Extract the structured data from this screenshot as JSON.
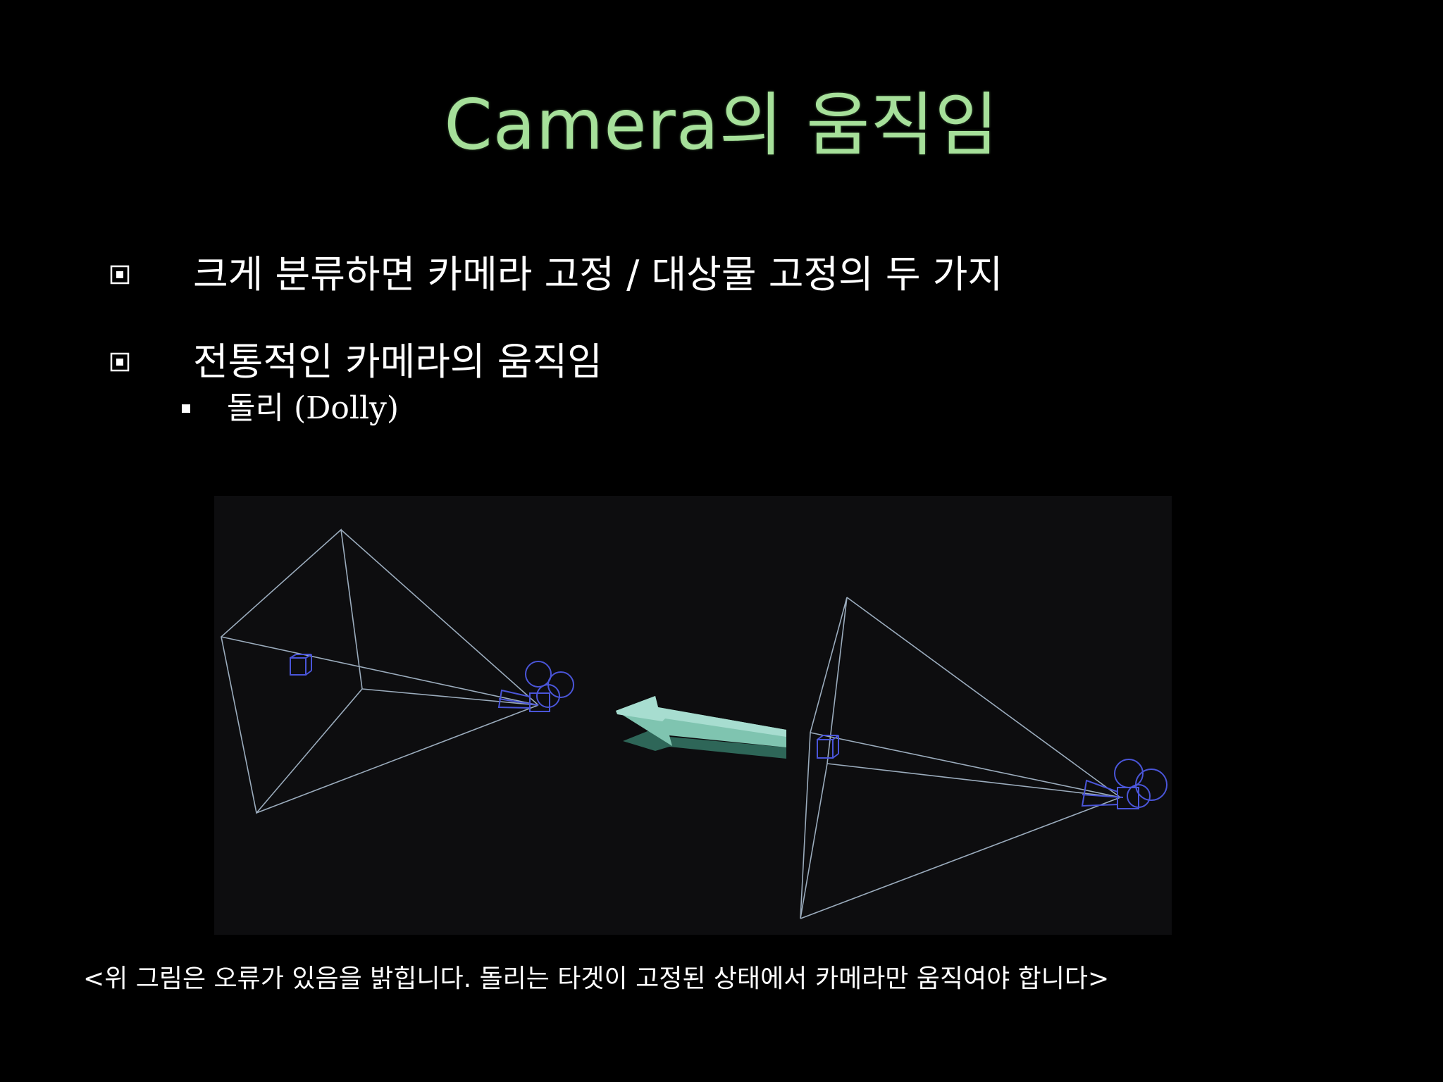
{
  "slide": {
    "title": "Camera의 움직임",
    "bullets": [
      {
        "text": "크게 분류하면 카메라 고정 / 대상물 고정의 두 가지"
      },
      {
        "text": "전통적인 카메라의 움직임"
      }
    ],
    "sub_bullet": {
      "korean": "돌리 ",
      "latin": "(Dolly)"
    },
    "caption": "<위 그림은 오류가 있음을 밝힙니다. 돌리는 타겟이 고정된 상태에서 카메라만 움직여야 합니다>",
    "colors": {
      "background": "#000000",
      "title": "#a6e09a",
      "body_text": "#ffffff",
      "figure_background": "#0d0d0f",
      "frustum_lines": "#b4c8dc",
      "camera_model": "#4a55d8",
      "arrow": "#7fc4b0"
    },
    "icons": {
      "bullet": "boxed-square-bullet-icon",
      "sub_bullet": "filled-square-bullet-icon",
      "arrow": "left-arrow-icon"
    }
  }
}
